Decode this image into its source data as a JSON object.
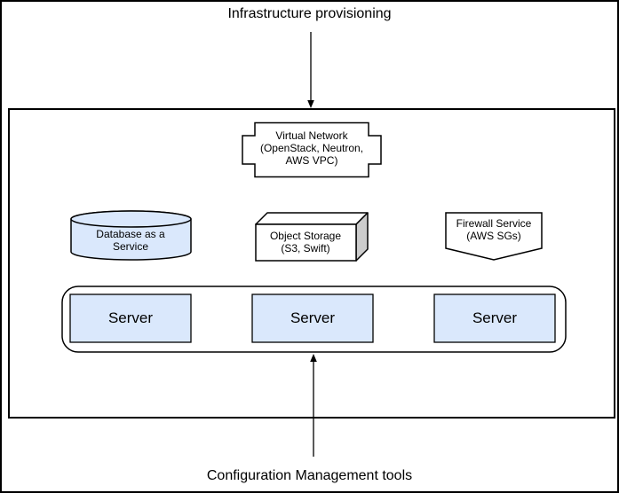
{
  "title_top": "Infrastructure provisioning",
  "title_bottom": "Configuration Management tools",
  "virtual_network": {
    "lines": [
      "Virtual Network",
      "(OpenStack, Neutron,",
      "AWS VPC)"
    ]
  },
  "database": {
    "lines": [
      "Database as a",
      "Service"
    ]
  },
  "object_storage": {
    "lines": [
      "Object Storage",
      "(S3, Swift)"
    ]
  },
  "firewall": {
    "lines": [
      "Firewall Service",
      "(AWS SGs)"
    ]
  },
  "servers": [
    {
      "label": "Server"
    },
    {
      "label": "Server"
    },
    {
      "label": "Server"
    }
  ],
  "colors": {
    "node_fill_blue": "#dae8fc",
    "cube_side_gray": "#cccccc",
    "stroke": "#000000",
    "background": "#ffffff"
  }
}
